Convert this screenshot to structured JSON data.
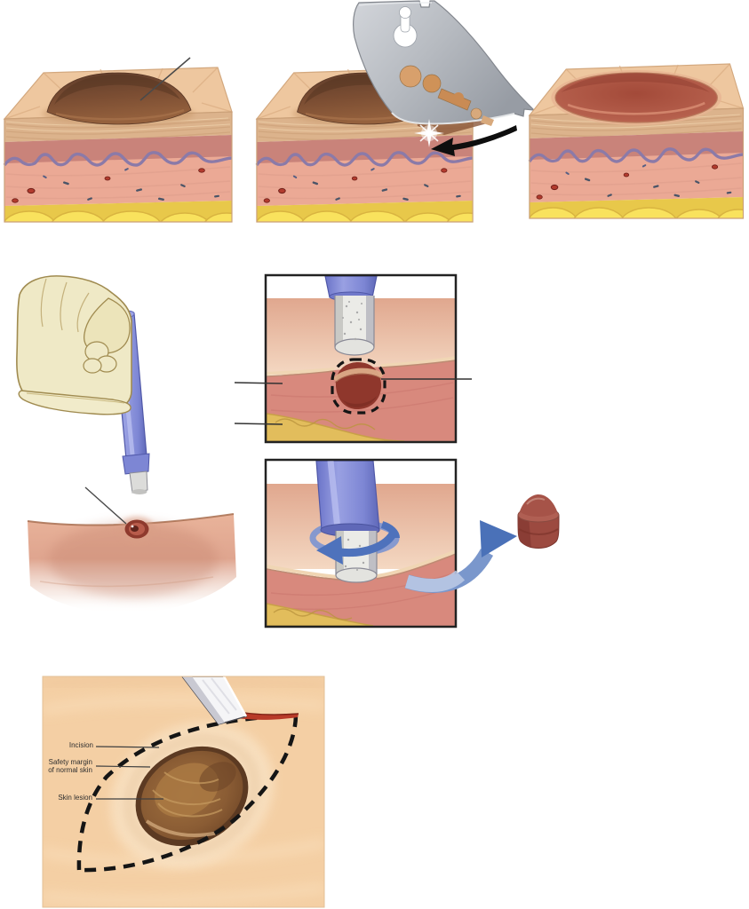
{
  "figure": {
    "description-name": "skin-biopsy-techniques-illustration",
    "excision_panel": {
      "labels": {
        "incision": "Incision",
        "safety_margin": "Safety margin\nof normal skin",
        "skin_lesion": "Skin lesion"
      }
    }
  },
  "colors": {
    "skin_surface_tan": "#eec79f",
    "epidermis": "#dcb38c",
    "dermis_rose": "#c9837a",
    "basement_membrane_purple": "#8b7aa8",
    "lower_dermis_pink": "#eba995",
    "subcutaneous_fat_yellow": "#f9e25d",
    "lesion_brown": "#7a4c33",
    "shave_wound_red": "#b05a48",
    "razor_blade_gray": "#b6bac0",
    "punch_tool_blue": "#8d95dd",
    "glove_cream": "#efe9c6",
    "arrow_blue": "#5b7fc4",
    "specimen_red": "#9c4a40",
    "excision_skin": "#f4cfa4",
    "dashed_line_black": "#151515",
    "label_text": "#2f2f2f"
  }
}
